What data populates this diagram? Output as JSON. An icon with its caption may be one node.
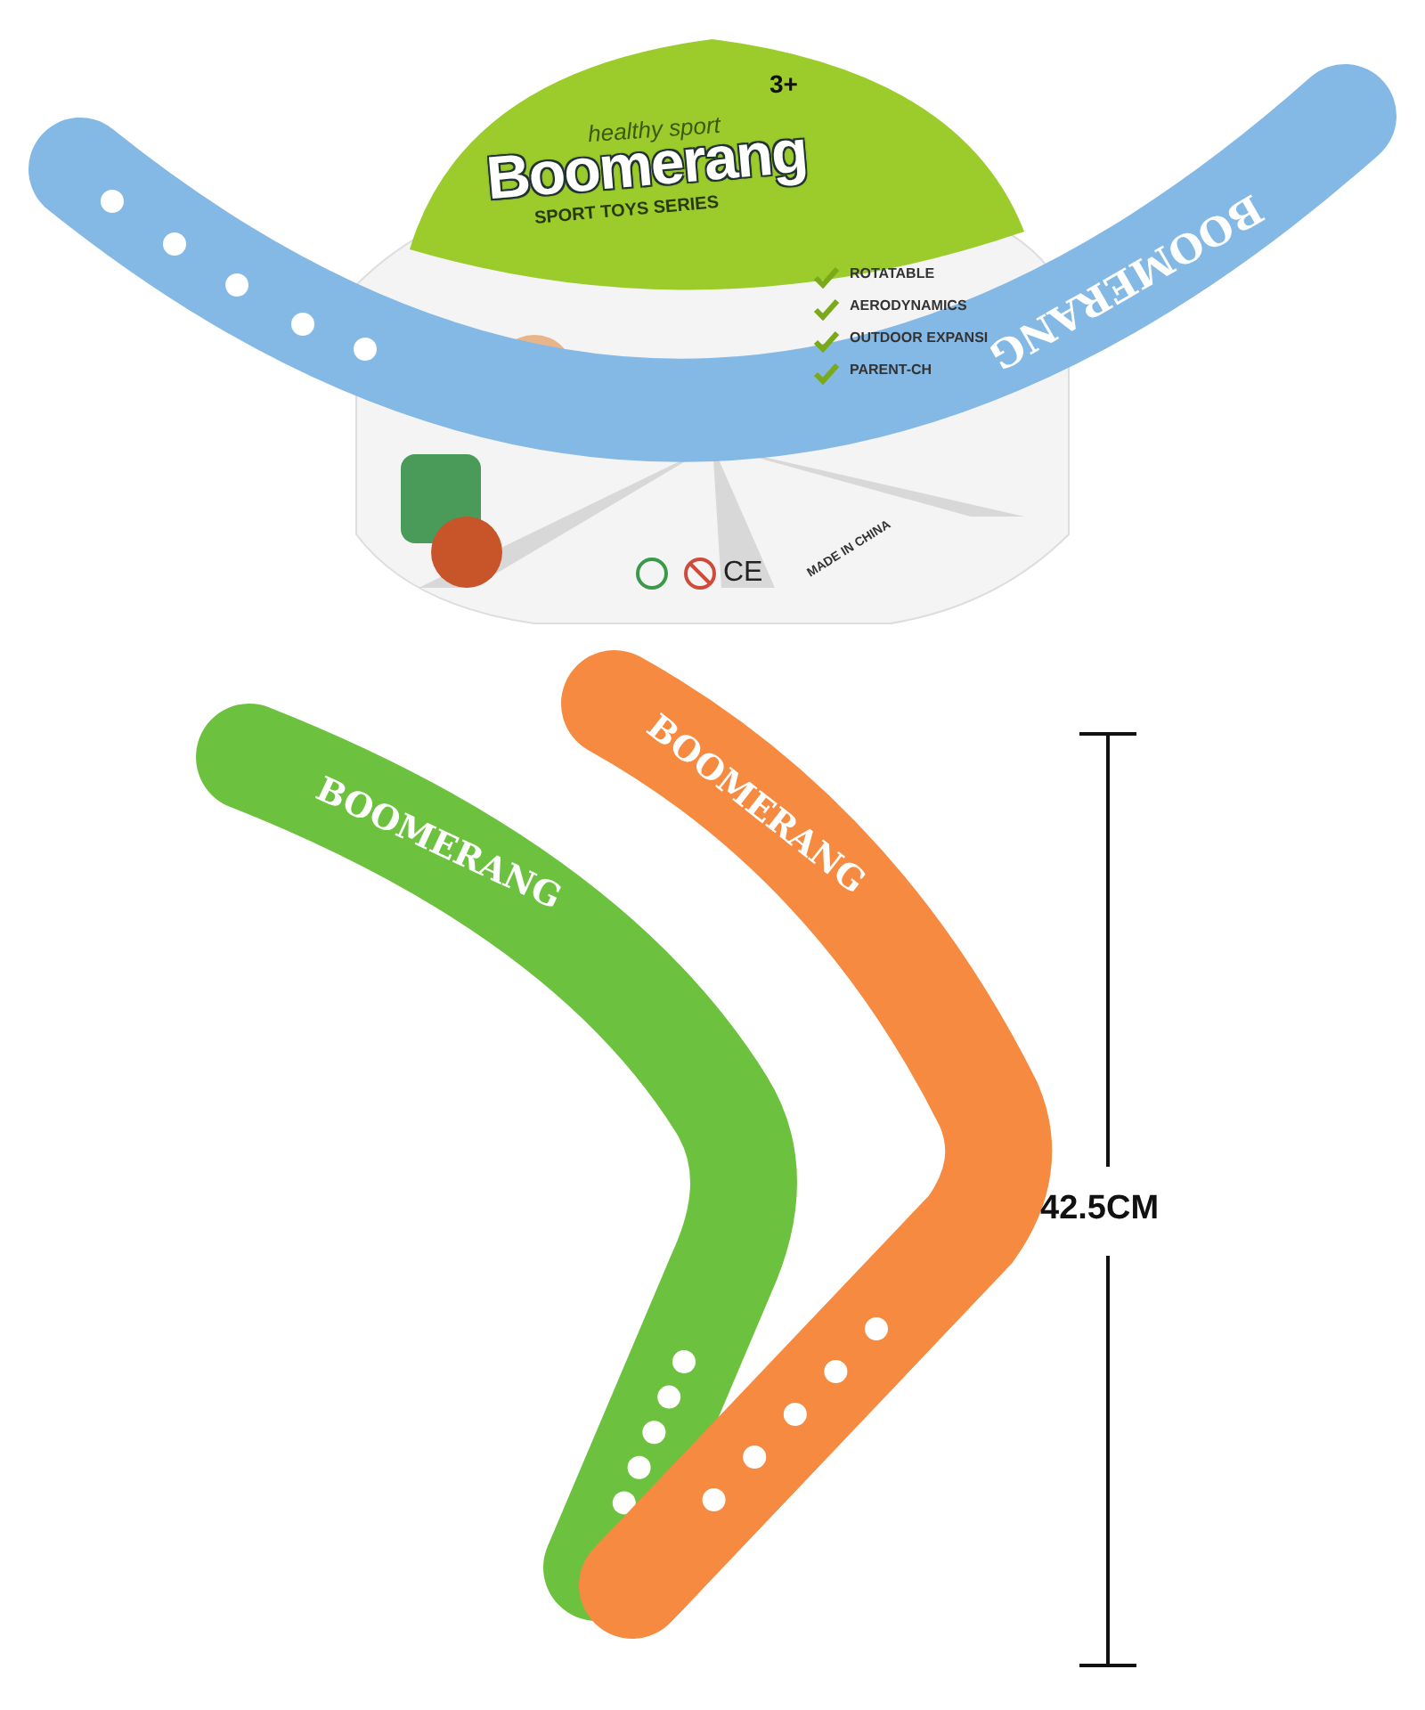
{
  "diagram": {
    "labels": [
      "3+",
      "healthy sport",
      "Boomerang",
      "SPORT TOYS SERIES",
      "ROTATABLE",
      "AERODYNAMICS",
      "OUTDOOR EXPANSI",
      "PARENT-CH",
      "BOOMERANG",
      "CE",
      "MADE IN CHINA",
      "BOOMERANG",
      "BOOMERANG",
      "42.5CM"
    ]
  }
}
